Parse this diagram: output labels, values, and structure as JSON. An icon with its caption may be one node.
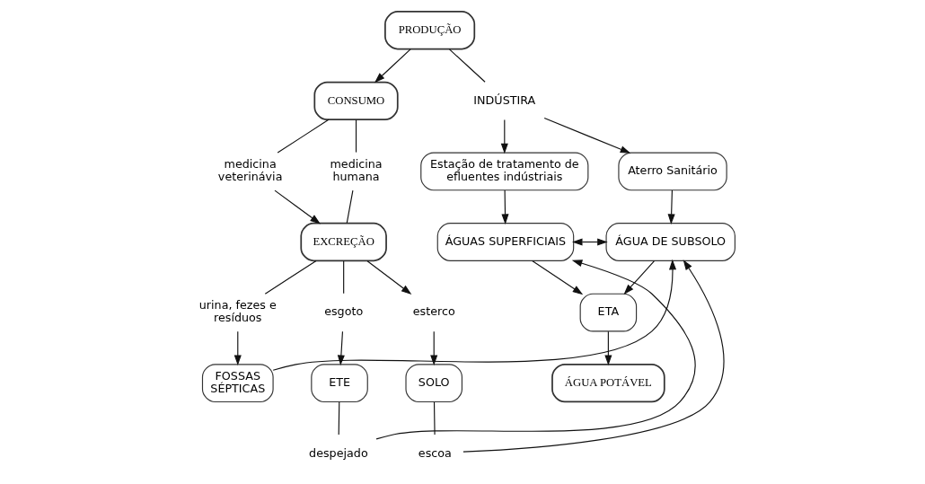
{
  "diagram": {
    "nodes": [
      {
        "text": [
          "PRODUÇÃO"
        ]
      },
      {
        "text": [
          "CONSUMO"
        ]
      },
      {
        "text": [
          "INDÚSTIRA"
        ]
      },
      {
        "text": [
          "Estação de tratamento de efluentes indústriais"
        ]
      },
      {
        "text": [
          "Aterro Sanitário"
        ]
      },
      {
        "text": [
          "medicina veterinávia"
        ]
      },
      {
        "text": [
          "medicina humana"
        ]
      },
      {
        "text": [
          "EXCREÇÃO"
        ]
      },
      {
        "text": [
          "ÁGUAS SUPERFICIAIS"
        ]
      },
      {
        "text": [
          "ÁGUA DE SUBSOLO"
        ]
      },
      {
        "text": [
          "urina, fezes e resíduos"
        ]
      },
      {
        "text": [
          "esgoto"
        ]
      },
      {
        "text": [
          "esterco"
        ]
      },
      {
        "text": [
          "FOSSAS SÉPTICAS"
        ]
      },
      {
        "text": [
          "ETE"
        ]
      },
      {
        "text": [
          "SOLO"
        ]
      },
      {
        "text": [
          "ETA"
        ]
      },
      {
        "text": [
          "despejado"
        ]
      },
      {
        "text": [
          "escoa"
        ]
      },
      {
        "text": [
          "ÁGUA POTÁVEL"
        ]
      }
    ],
    "edges": [
      {
        "from": 0,
        "to": 1,
        "arrow": "to"
      },
      {
        "from": 0,
        "to": 2,
        "arrow": "none"
      },
      {
        "from": 2,
        "to": 3,
        "arrow": "to"
      },
      {
        "from": 2,
        "to": 4,
        "arrow": "to"
      },
      {
        "from": 1,
        "to": 5,
        "arrow": "none"
      },
      {
        "from": 1,
        "to": 6,
        "arrow": "none"
      },
      {
        "from": 5,
        "to": 7,
        "arrow": "to"
      },
      {
        "from": 6,
        "to": 7,
        "arrow": "none"
      },
      {
        "from": 3,
        "to": 8,
        "arrow": "to"
      },
      {
        "from": 4,
        "to": 9,
        "arrow": "to"
      },
      {
        "from": 8,
        "to": 9,
        "arrow": "both"
      },
      {
        "from": 7,
        "to": 10,
        "arrow": "none"
      },
      {
        "from": 7,
        "to": 11,
        "arrow": "none"
      },
      {
        "from": 7,
        "to": 12,
        "arrow": "to"
      },
      {
        "from": 10,
        "to": 13,
        "arrow": "to"
      },
      {
        "from": 11,
        "to": 14,
        "arrow": "to"
      },
      {
        "from": 12,
        "to": 15,
        "arrow": "to"
      },
      {
        "from": 13,
        "to": 9,
        "arrow": "to"
      },
      {
        "from": 8,
        "to": 16,
        "arrow": "to"
      },
      {
        "from": 9,
        "to": 16,
        "arrow": "to"
      },
      {
        "from": 14,
        "to": 17,
        "arrow": "none"
      },
      {
        "from": 17,
        "to": 8,
        "arrow": "to"
      },
      {
        "from": 15,
        "to": 18,
        "arrow": "none"
      },
      {
        "from": 18,
        "to": 9,
        "arrow": "to"
      },
      {
        "from": 16,
        "to": 19,
        "arrow": "to"
      }
    ]
  }
}
